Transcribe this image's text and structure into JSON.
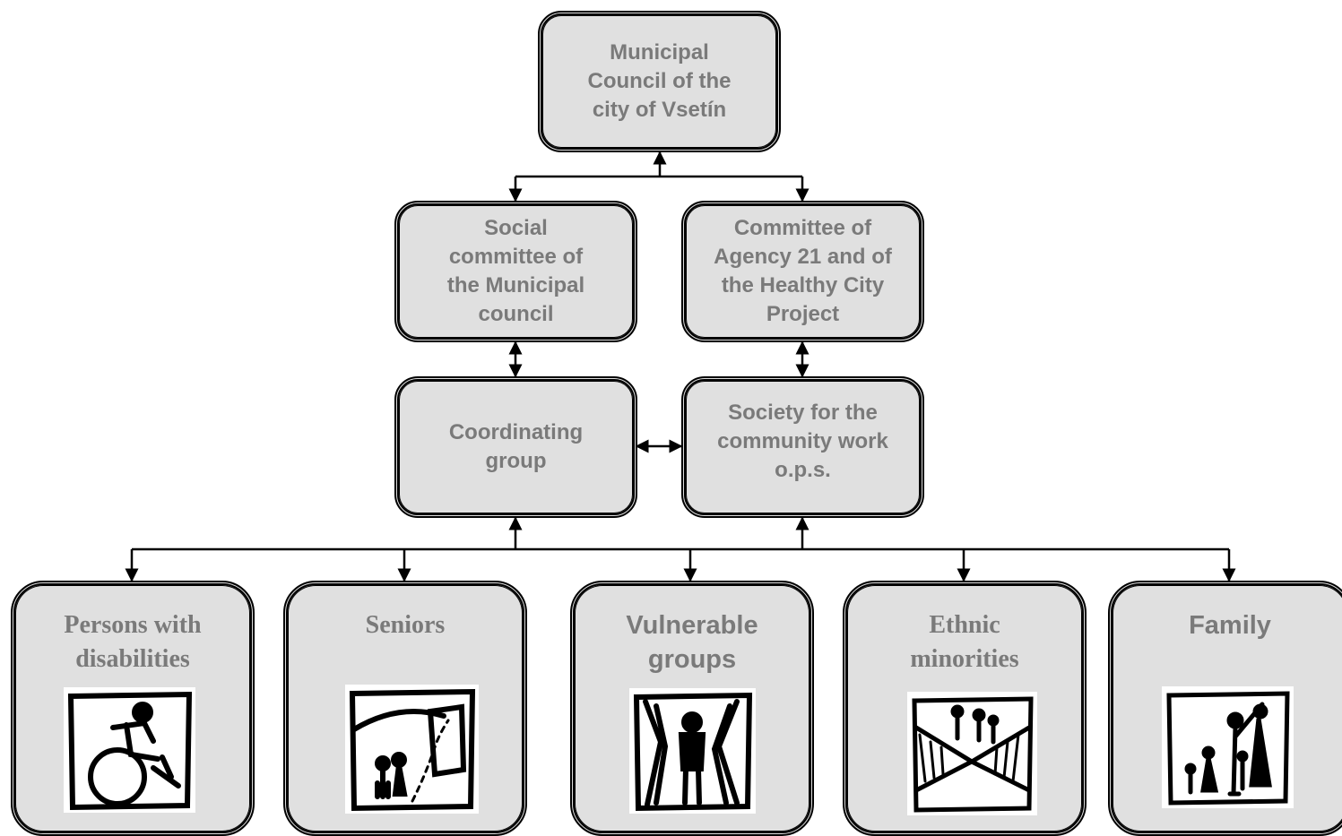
{
  "top": {
    "label": "Municipal Council of the city of Vsetín"
  },
  "middle": [
    {
      "label": "Social committee of the Municipal council"
    },
    {
      "label": "Committee of Agency 21 and of the Healthy City Project"
    }
  ],
  "lower": [
    {
      "label": "Coordinating group"
    },
    {
      "label": "Society for the community work o.p.s."
    }
  ],
  "groups": [
    {
      "label": "Persons with disabilities",
      "icon": "wheelchair-sketch-icon"
    },
    {
      "label": "Seniors",
      "icon": "elderly-couple-sketch-icon"
    },
    {
      "label": "Vulnerable groups",
      "icon": "lone-person-sketch-icon"
    },
    {
      "label": "Ethnic minorities",
      "icon": "group-of-people-sketch-icon"
    },
    {
      "label": "Family",
      "icon": "family-sketch-icon"
    }
  ],
  "colors": {
    "box_fill": "#e0e0e0",
    "text": "#7a7a7a",
    "line": "#000000"
  }
}
